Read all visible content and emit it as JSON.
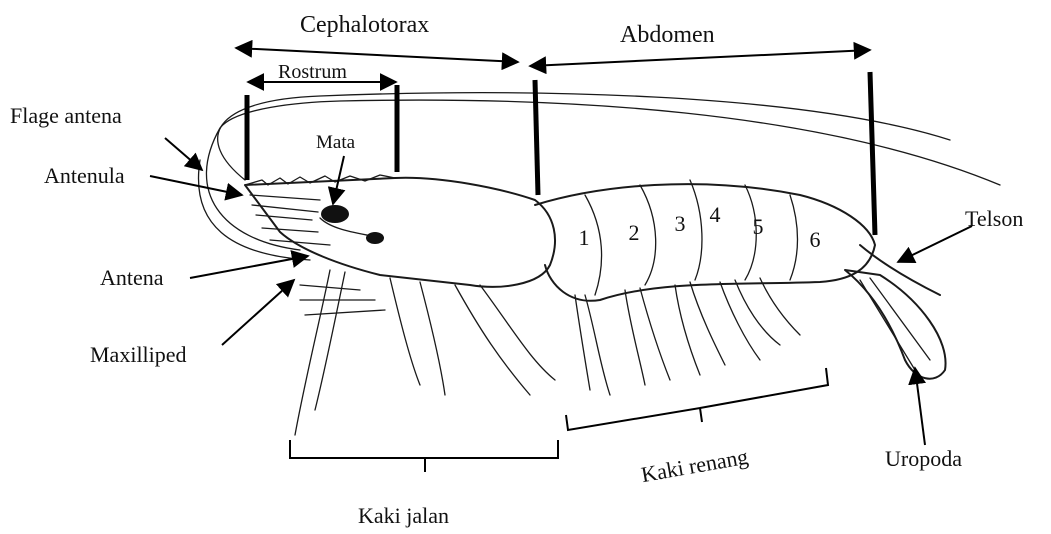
{
  "labels": {
    "cephalotorax": "Cephalotorax",
    "abdomen": "Abdomen",
    "rostrum": "Rostrum",
    "flage_antena": "Flage antena",
    "mata": "Mata",
    "antenula": "Antenula",
    "antena": "Antena",
    "maxilliped": "Maxilliped",
    "telson": "Telson",
    "uropoda": "Uropoda",
    "kaki_renang": "Kaki renang",
    "kaki_jalan": "Kaki jalan"
  },
  "segments": [
    "1",
    "2",
    "3",
    "4",
    "5",
    "6"
  ]
}
